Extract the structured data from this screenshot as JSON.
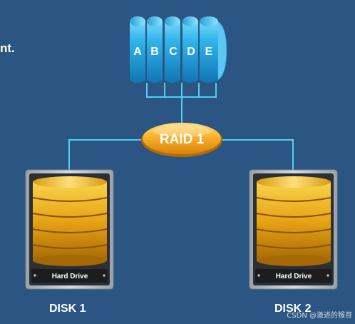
{
  "corner_text": "nt.",
  "data_blocks": [
    "A",
    "B",
    "C",
    "D",
    "E"
  ],
  "raid_label": "RAID 1",
  "drive_plate_text": "Hard Drive",
  "disks": [
    {
      "label": "DISK 1"
    },
    {
      "label": "DISK 2"
    }
  ],
  "watermark": "CSDN @激进的猴哥",
  "colors": {
    "background": "#2b5582",
    "connector": "#4fd0f2",
    "cylinder": "#2aa8df",
    "raid_badge": "#f5a623",
    "platter": "#e8a512",
    "drive_case": "#b9bfc6"
  }
}
